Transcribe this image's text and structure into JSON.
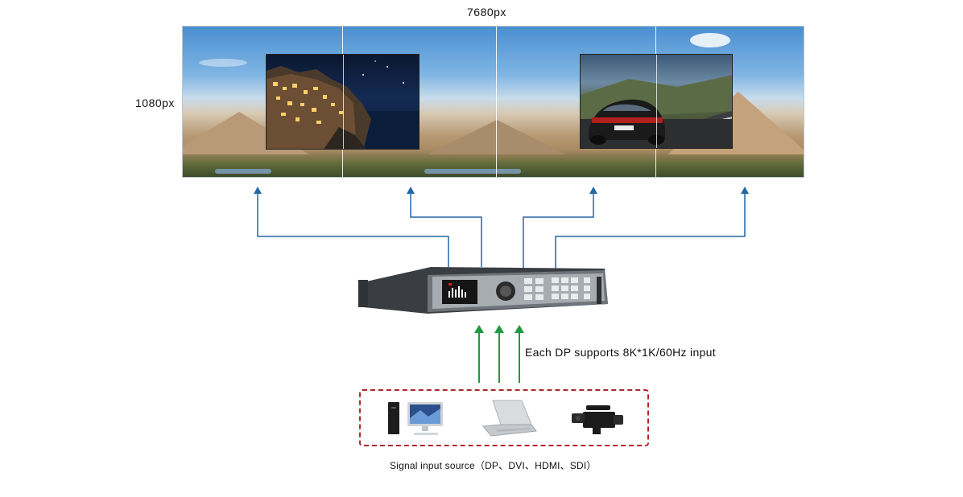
{
  "wall": {
    "width_label": "7680px",
    "height_label": "1080px"
  },
  "note": {
    "dp_input": "Each DP supports 8K*1K/60Hz input"
  },
  "sources": {
    "caption": "Signal input source（DP、DVI、HDMI、SDI）",
    "devices": [
      "desktop-computer-icon",
      "laptop-icon",
      "video-camera-icon"
    ]
  },
  "colors": {
    "output_arrow": "#2467a6",
    "input_arrow": "#1f9a3f",
    "source_border": "#b3262b"
  }
}
